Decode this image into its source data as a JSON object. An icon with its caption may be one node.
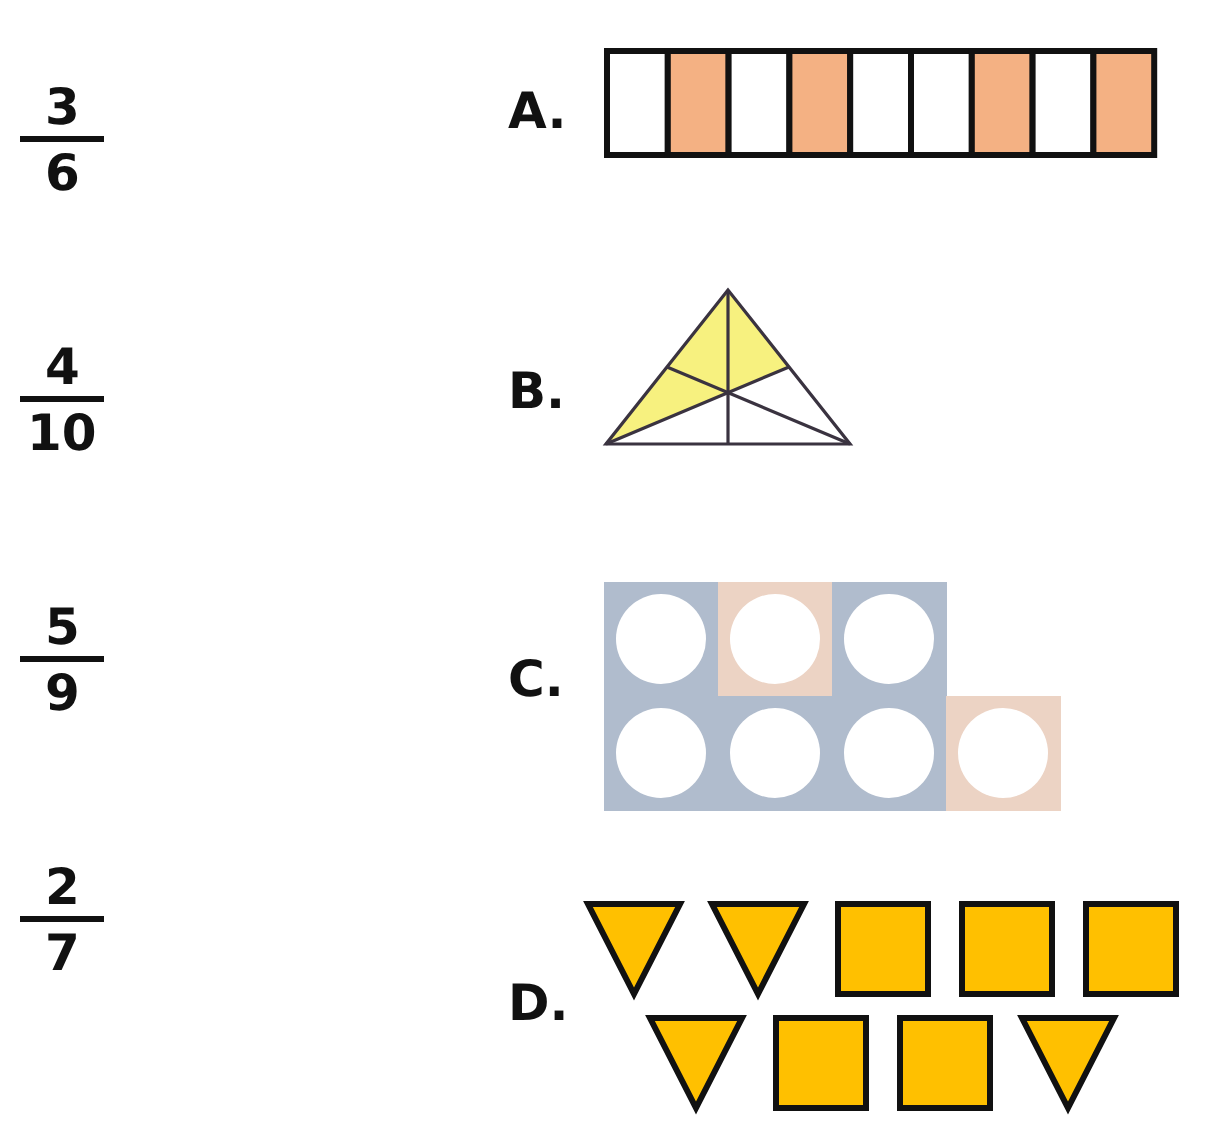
{
  "diagram": {
    "labels": [
      "3",
      "6",
      "A.",
      "4",
      "10",
      "B.",
      "5",
      "9",
      "C.",
      "2",
      "7",
      "D."
    ]
  }
}
